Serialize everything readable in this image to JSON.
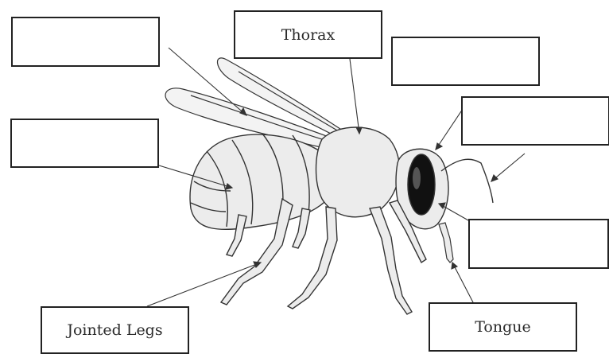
{
  "labels": {
    "thorax": "Thorax",
    "jointed_legs": "Jointed Legs",
    "tongue": "Tongue",
    "blank_top_left": "",
    "blank_top_right": "",
    "blank_right_upper": "",
    "blank_left_mid": "",
    "blank_right_lower": ""
  },
  "colors": {
    "outline": "#2b2b2b",
    "body_fill": "#ececec",
    "wing_fill": "#f3f3f3",
    "eye_fill": "#111111"
  }
}
